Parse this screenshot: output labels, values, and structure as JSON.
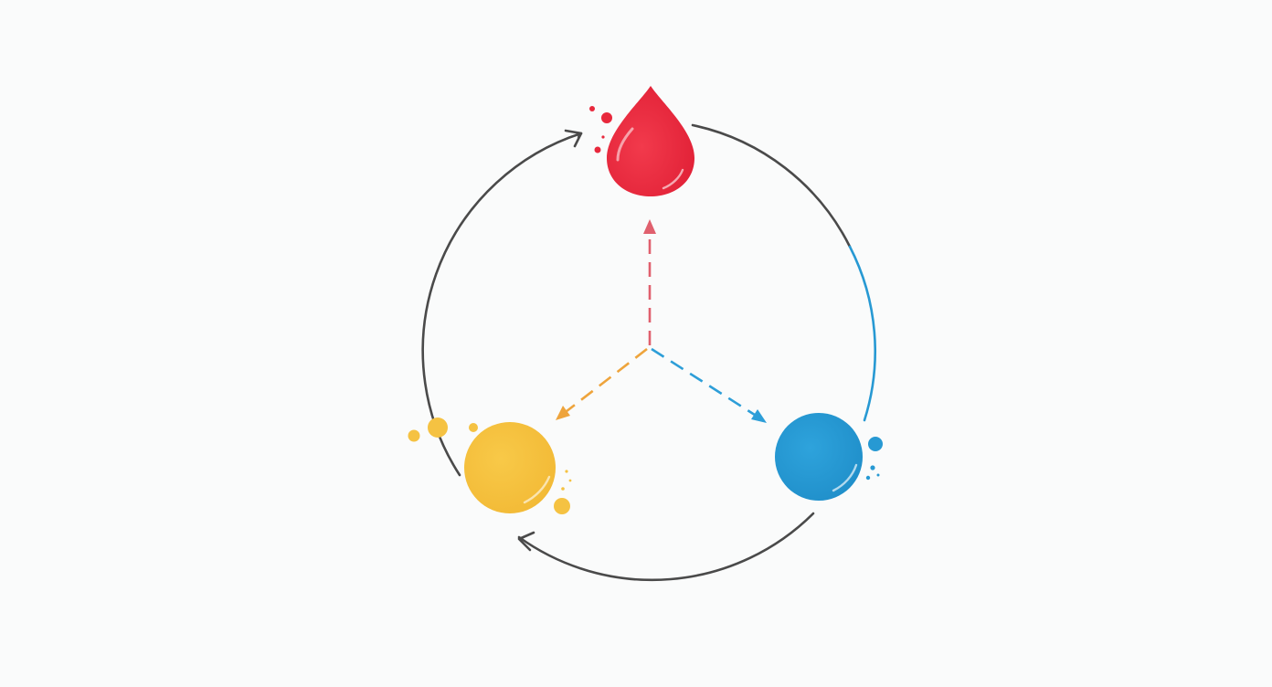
{
  "diagram": {
    "nodes": [
      {
        "id": "red",
        "shape": "droplet",
        "color": "#e8283c"
      },
      {
        "id": "blue",
        "shape": "circle",
        "color": "#2799d3"
      },
      {
        "id": "yellow",
        "shape": "circle",
        "color": "#f5c242"
      }
    ],
    "cycle": {
      "direction": "counter-clockwise",
      "color": "#4a4a4a",
      "accent_color": "#2799d3",
      "arrows": [
        "blue-to-yellow",
        "yellow-to-red"
      ]
    },
    "center_arrows": [
      {
        "to": "red",
        "color": "#e0606e",
        "style": "dashed"
      },
      {
        "to": "blue",
        "color": "#2d9ed8",
        "style": "dashed"
      },
      {
        "to": "yellow",
        "color": "#eea43c",
        "style": "dashed"
      }
    ],
    "background": "#fafbfb"
  }
}
